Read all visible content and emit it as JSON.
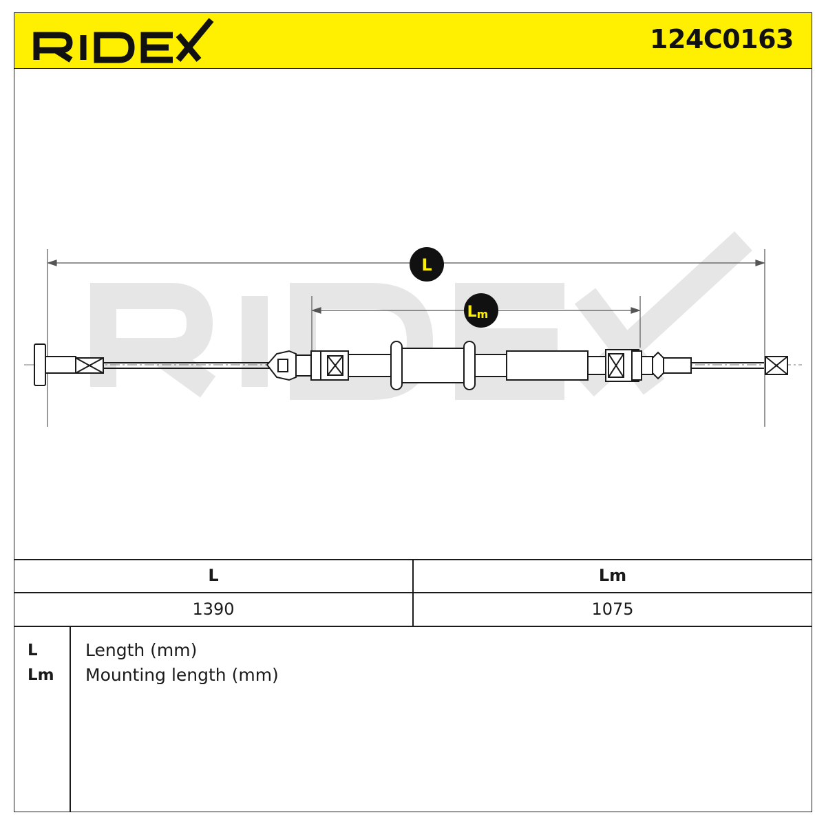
{
  "header": {
    "brand": "RIDEX",
    "part_number": "124C0163",
    "brand_color": "#ffef00"
  },
  "drawing": {
    "watermark": "RIDEX",
    "dimension_labels": {
      "overall": "L",
      "mounting_main": "L",
      "mounting_sub": "m"
    }
  },
  "table": {
    "headers": [
      "L",
      "Lm"
    ],
    "values": [
      "1390",
      "1075"
    ]
  },
  "legend": [
    {
      "key": "L",
      "description": "Length (mm)"
    },
    {
      "key": "Lm",
      "description": "Mounting length (mm)"
    }
  ]
}
